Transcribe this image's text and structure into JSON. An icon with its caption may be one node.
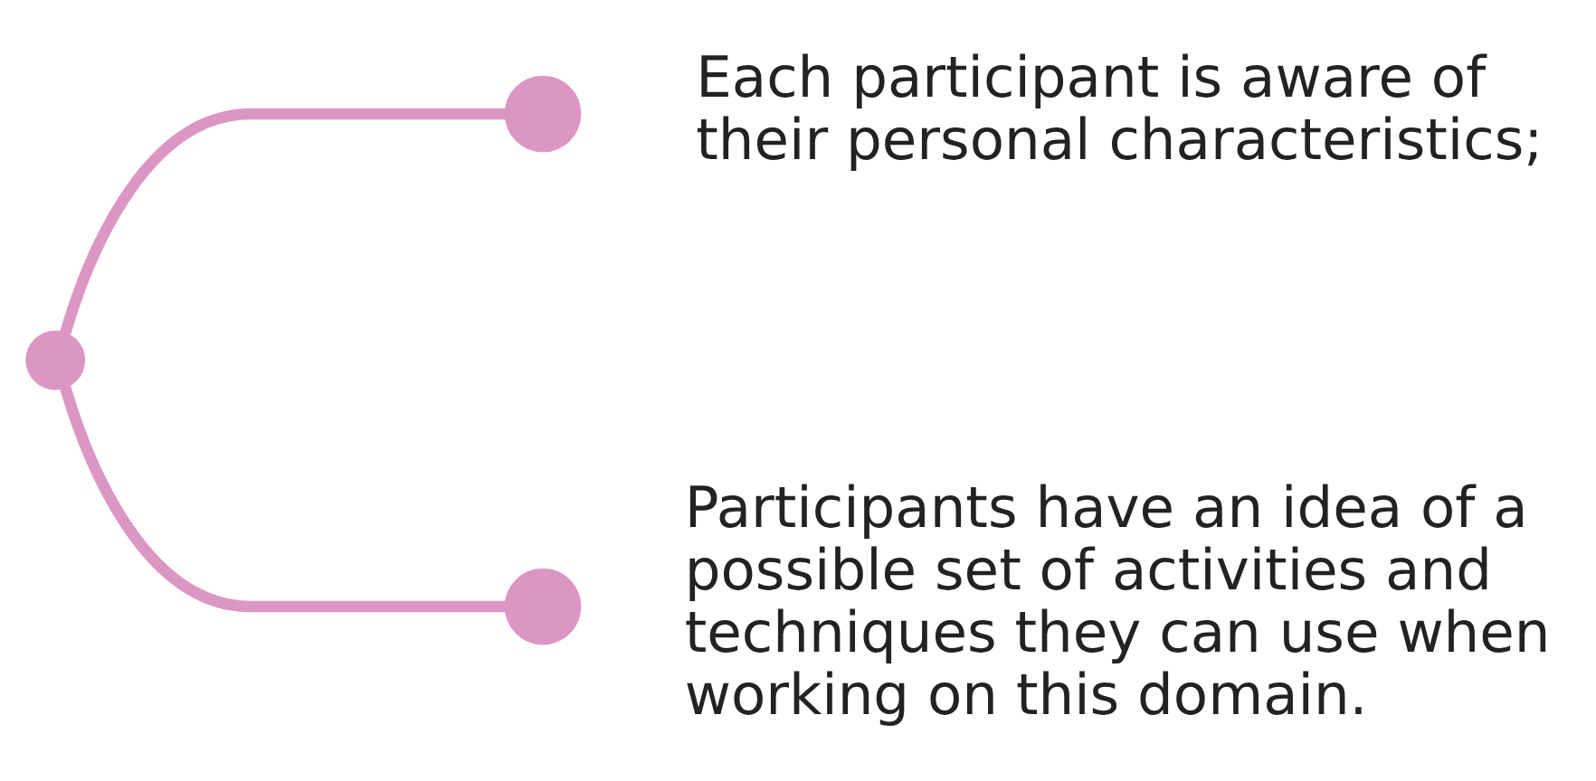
{
  "diagram": {
    "nodes": [
      {
        "text": [],
        "shape": "circle"
      },
      {
        "text": [],
        "shape": "circle",
        "beside": [
          "Each participant is aware of their personal characteristics;"
        ]
      },
      {
        "text": [],
        "shape": "circle",
        "beside": [
          "Participants have an idea of a possible set of activities and techniques they can use when working on this domain."
        ]
      }
    ],
    "edges": [
      {
        "from": 0,
        "to": 1,
        "arrow": "none"
      },
      {
        "from": 0,
        "to": 2,
        "arrow": "none"
      }
    ]
  }
}
